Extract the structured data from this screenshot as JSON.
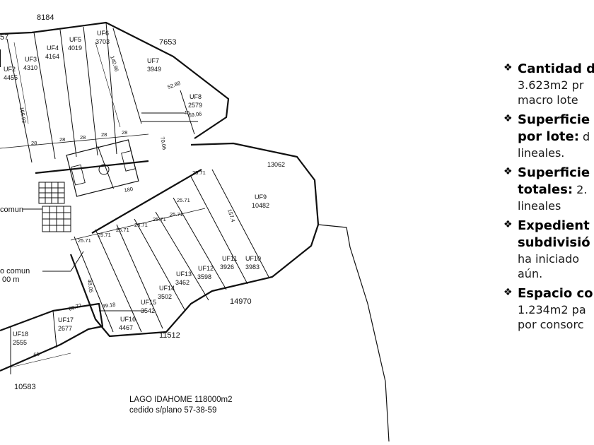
{
  "plan": {
    "perimeter_numbers": [
      "8184",
      "7653",
      "13062",
      "14970",
      "11512",
      "10583",
      "57"
    ],
    "lots": [
      {
        "id": "UF2",
        "area": "4455"
      },
      {
        "id": "UF3",
        "area": "4310"
      },
      {
        "id": "UF4",
        "area": "4164"
      },
      {
        "id": "UF5",
        "area": "4019"
      },
      {
        "id": "UF6",
        "area": "3703"
      },
      {
        "id": "UF7",
        "area": "3949"
      },
      {
        "id": "UF8",
        "area": "2579"
      },
      {
        "id": "UF9",
        "area": "10482"
      },
      {
        "id": "UF10",
        "area": "3983"
      },
      {
        "id": "UF11",
        "area": "3926"
      },
      {
        "id": "UF12",
        "area": "3598"
      },
      {
        "id": "UF13",
        "area": "3462"
      },
      {
        "id": "UF14",
        "area": "3502"
      },
      {
        "id": "UF15",
        "area": "3542"
      },
      {
        "id": "UF16",
        "area": "4467"
      },
      {
        "id": "UF17",
        "area": "2677"
      },
      {
        "id": "UF18",
        "area": "2555"
      }
    ],
    "dimensions": [
      "28",
      "28",
      "28",
      "28",
      "28",
      "25.71",
      "25.71",
      "25.71",
      "25.71",
      "25.71",
      "25.71",
      "25.71",
      "25.71",
      "140.96",
      "166.92",
      "52.88",
      "59.06",
      "70.06",
      "180",
      "157.4",
      "49.18",
      "69.72",
      "48.05",
      "66",
      "45"
    ],
    "common_labels": [
      "comun",
      "o comun",
      "00 m"
    ],
    "lake_line1": "LAGO IDAHOME 118000m2",
    "lake_line2": "cedido s/plano 57-38-59"
  },
  "panel": {
    "items": [
      {
        "title": "Cantidad d",
        "body": [
          "3.623m2 pr",
          "macro lote"
        ]
      },
      {
        "title": "Superficie",
        "title2": "por lote:",
        "title2_rest": " d",
        "body": [
          "lineales."
        ]
      },
      {
        "title": "Superficie",
        "title2": "totales:",
        "title2_rest": " 2.",
        "body": [
          "lineales"
        ]
      },
      {
        "title": "Expedient",
        "title2": "subdivisió",
        "body": [
          "ha iniciado",
          "aún."
        ]
      },
      {
        "title": "Espacio co",
        "body": [
          "1.234m2 pa",
          "por consorc"
        ]
      }
    ]
  },
  "colors": {
    "line": "#111111",
    "background": "#ffffff"
  },
  "icons": {
    "bullet": "diamond-star-icon"
  }
}
